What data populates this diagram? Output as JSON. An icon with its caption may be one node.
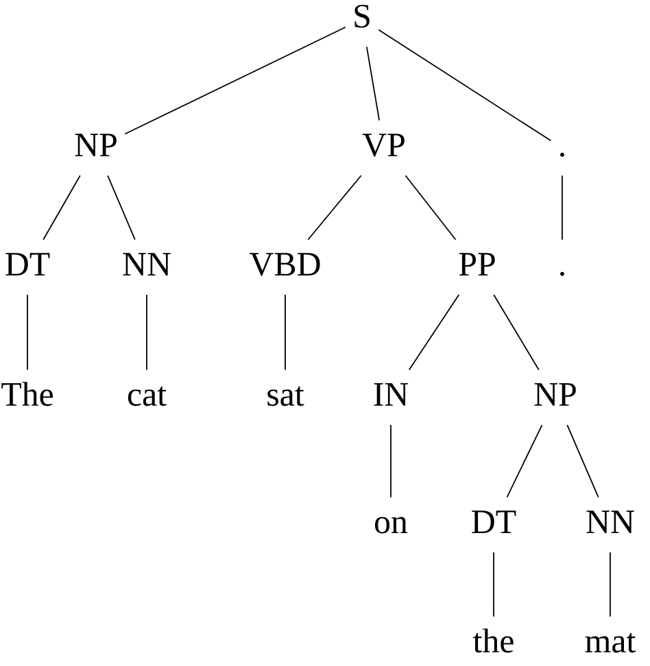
{
  "diagram": {
    "nodes": [
      {
        "text": [
          "S"
        ]
      },
      {
        "text": [
          "NP"
        ]
      },
      {
        "text": [
          "VP"
        ]
      },
      {
        "text": [
          "."
        ]
      },
      {
        "text": [
          "DT"
        ]
      },
      {
        "text": [
          "NN"
        ]
      },
      {
        "text": [
          "VBD"
        ]
      },
      {
        "text": [
          "PP"
        ]
      },
      {
        "text": [
          "."
        ]
      },
      {
        "text": [
          "The"
        ]
      },
      {
        "text": [
          "cat"
        ]
      },
      {
        "text": [
          "sat"
        ]
      },
      {
        "text": [
          "IN"
        ]
      },
      {
        "text": [
          "NP"
        ]
      },
      {
        "text": [
          "on"
        ]
      },
      {
        "text": [
          "DT"
        ]
      },
      {
        "text": [
          "NN"
        ]
      },
      {
        "text": [
          "the"
        ]
      },
      {
        "text": [
          "mat"
        ]
      }
    ],
    "edges": [
      {
        "from": 0,
        "to": 1,
        "arrow": "none"
      },
      {
        "from": 0,
        "to": 2,
        "arrow": "none"
      },
      {
        "from": 0,
        "to": 3,
        "arrow": "none"
      },
      {
        "from": 1,
        "to": 4,
        "arrow": "none"
      },
      {
        "from": 1,
        "to": 5,
        "arrow": "none"
      },
      {
        "from": 2,
        "to": 6,
        "arrow": "none"
      },
      {
        "from": 2,
        "to": 7,
        "arrow": "none"
      },
      {
        "from": 3,
        "to": 8,
        "arrow": "none"
      },
      {
        "from": 4,
        "to": 9,
        "arrow": "none"
      },
      {
        "from": 5,
        "to": 10,
        "arrow": "none"
      },
      {
        "from": 6,
        "to": 11,
        "arrow": "none"
      },
      {
        "from": 7,
        "to": 12,
        "arrow": "none"
      },
      {
        "from": 7,
        "to": 13,
        "arrow": "none"
      },
      {
        "from": 12,
        "to": 14,
        "arrow": "none"
      },
      {
        "from": 13,
        "to": 15,
        "arrow": "none"
      },
      {
        "from": 13,
        "to": 16,
        "arrow": "none"
      },
      {
        "from": 15,
        "to": 17,
        "arrow": "none"
      },
      {
        "from": 16,
        "to": 18,
        "arrow": "none"
      }
    ]
  }
}
